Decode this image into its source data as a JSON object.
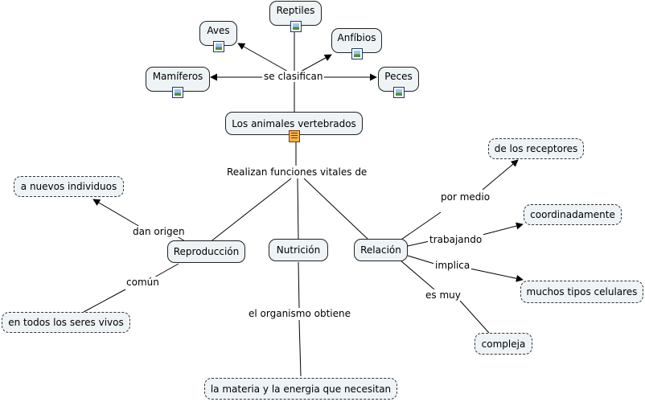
{
  "diagram": {
    "nodes": {
      "central": "Los animales vertebrados",
      "reptiles": "Reptiles",
      "aves": "Aves",
      "anfibios": "Anfíbios",
      "mamiferos": "Mamíferos",
      "peces": "Peces",
      "reproduccion": "Reproducción",
      "nutricion": "Nutrición",
      "relacion": "Relación",
      "nuevos_individuos": "a nuevos individuos",
      "seres_vivos": "en todos los seres vivos",
      "materia_energia": "la materia y la energia que necesitan",
      "receptores": "de los receptores",
      "coordinadamente": "coordinadamente",
      "tipos_celulares": "muchos tipos celulares",
      "compleja": "compleja"
    },
    "link_labels": {
      "se_clasifican": "se clasifican",
      "funciones_vitales": "Realizan funciones vitales de",
      "dan_origen": "dan origen",
      "comun": "común",
      "organismo_obtiene": "el organismo obtiene",
      "por_medio": "por medio",
      "trabajando": "trabajando",
      "implica": "implica",
      "es_muy": "es muy"
    },
    "icons": {
      "image": "image-thumbnail-icon",
      "resource": "document-resource-icon"
    }
  }
}
